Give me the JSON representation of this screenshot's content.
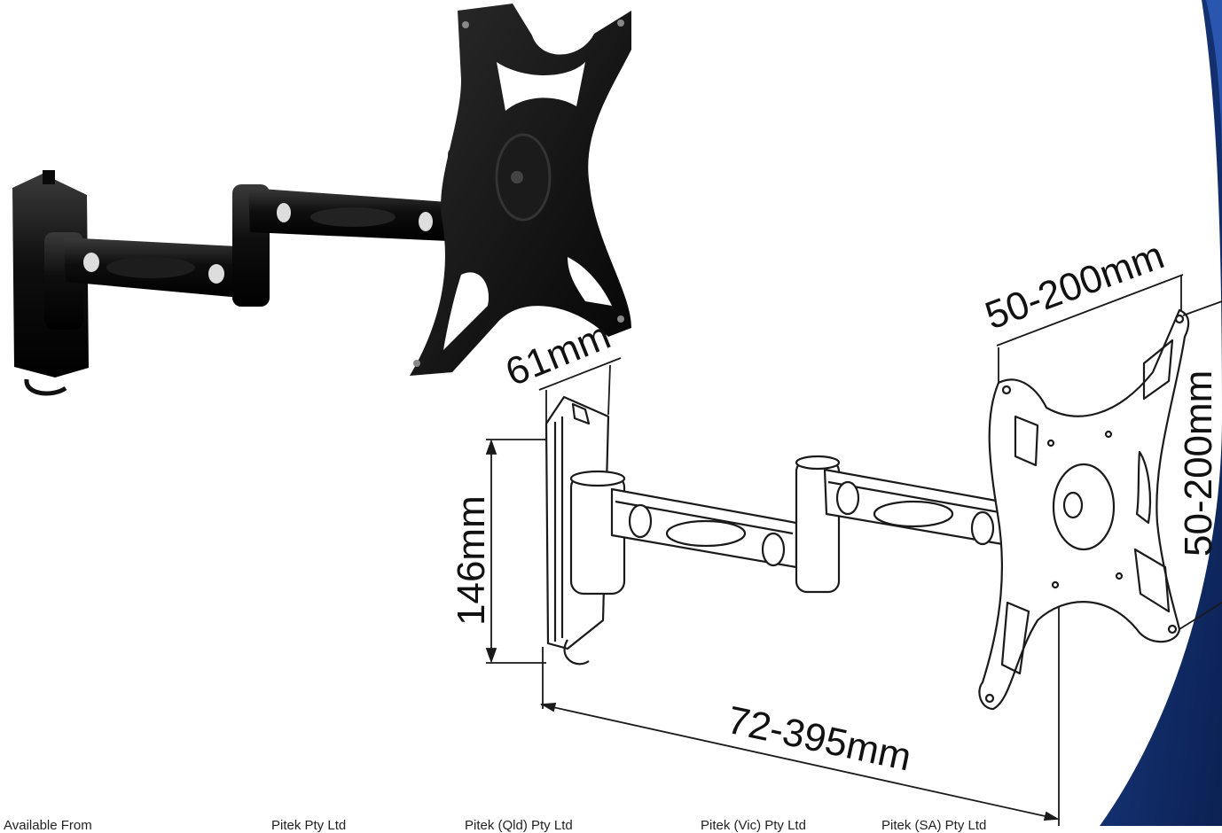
{
  "dimensions": {
    "vesa_horizontal": "50-200mm",
    "vesa_vertical": "50-200mm",
    "plate_depth": "61mm",
    "plate_height": "146mm",
    "extension": "72-395mm"
  },
  "footer": {
    "available_from": "Available From",
    "company_1": "Pitek Pty Ltd",
    "company_2": "Pitek (Qld) Pty Ltd",
    "company_3": "Pitek (Vic) Pty Ltd",
    "company_4": "Pitek (SA) Pty Ltd"
  },
  "colors": {
    "brand_blue": "#12306e",
    "bracket_black": "#111111",
    "line_art": "#1a1a1a"
  }
}
